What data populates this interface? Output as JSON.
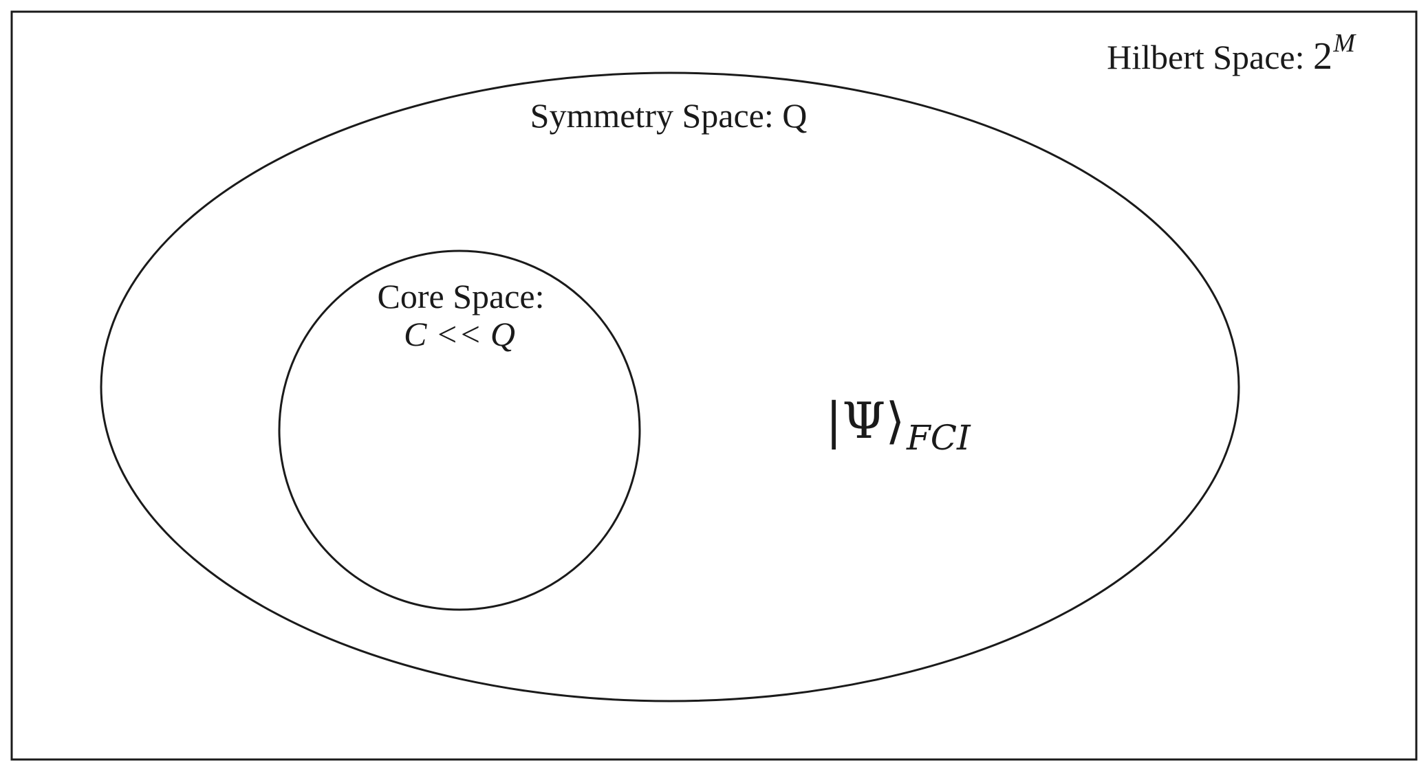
{
  "diagram": {
    "hilbert_space": {
      "label_prefix": "Hilbert Space: ",
      "base": "2",
      "exponent": "M"
    },
    "symmetry_space": {
      "label": "Symmetry Space: Q"
    },
    "core_space": {
      "label_line1": "Core Space:",
      "label_line2": "C << Q"
    },
    "fci_state": {
      "ket": "|Ψ⟩",
      "subscript": "FCI"
    },
    "colors": {
      "stroke": "#1a1a1a",
      "background": "#ffffff"
    }
  }
}
